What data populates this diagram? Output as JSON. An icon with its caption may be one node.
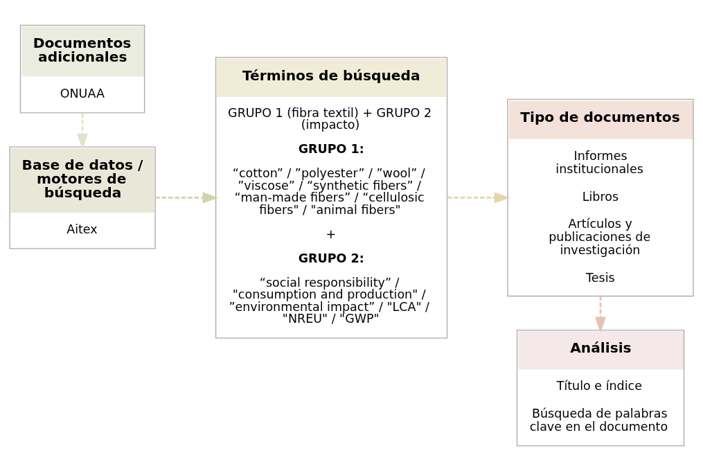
{
  "diagram": {
    "nodes": [
      {
        "text": [
          "Base de datos / motores de búsqueda",
          "Aitex"
        ]
      },
      {
        "text": [
          "Documentos adicionales",
          "ONUAA"
        ]
      },
      {
        "text": [
          "Términos de búsqueda",
          "GRUPO 1 (fibra textil) + GRUPO 2 (impacto)",
          "GRUPO 1:",
          "“cotton” / ”polyester” / ”wool” / ”viscose” / “synthetic fibers” / “man-made fibers” / “cellulosic fibers\" / \"animal fibers\"",
          "+",
          "GRUPO 2:",
          "“social responsibility” / \"consumption and production\" / ”environmental impact” / \"LCA\" / \"NREU\" / \"GWP\""
        ]
      },
      {
        "text": [
          "Tipo de documentos",
          "Informes institucionales",
          "Libros",
          "Artículos y publicaciones de investigación",
          "Tesis"
        ]
      },
      {
        "text": [
          "Análisis",
          "Título e índice",
          "Búsqueda de palabras clave en el documento"
        ]
      }
    ],
    "edges": [
      {
        "from": 0,
        "to": 2,
        "arrow": "to",
        "style": "dashed",
        "color": "#d3d2ae"
      },
      {
        "from": 1,
        "to": 0,
        "arrow": "to",
        "style": "dashed",
        "color": "#dfe3cf"
      },
      {
        "from": 2,
        "to": 3,
        "arrow": "to",
        "style": "dashed",
        "color": "#e6d6ac"
      },
      {
        "from": 3,
        "to": 4,
        "arrow": "to",
        "style": "dashed",
        "color": "#e6c3b2"
      }
    ]
  }
}
